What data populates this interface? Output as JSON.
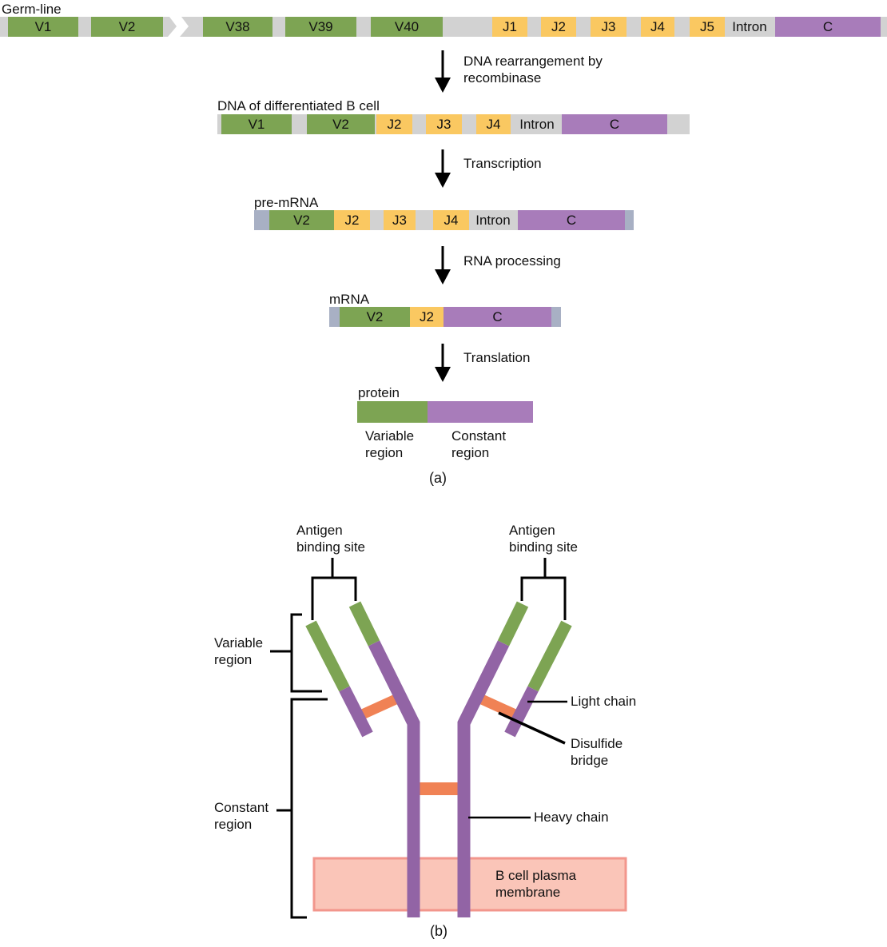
{
  "part_a": {
    "germline": {
      "label": "Germ-line",
      "segments": [
        "V1",
        "V2",
        "V38",
        "V39",
        "V40",
        "J1",
        "J2",
        "J3",
        "J4",
        "J5",
        "Intron",
        "C"
      ]
    },
    "steps": [
      "DNA rearrangement by recombinase",
      "Transcription",
      "RNA processing",
      "Translation"
    ],
    "b_cell_dna": {
      "label": "DNA of differentiated B cell",
      "segments": [
        "V1",
        "V2",
        "J2",
        "J3",
        "J4",
        "Intron",
        "C"
      ]
    },
    "pre_mrna": {
      "label": "pre-mRNA",
      "segments": [
        "V2",
        "J2",
        "J3",
        "J4",
        "Intron",
        "C"
      ]
    },
    "mrna": {
      "label": "mRNA",
      "segments": [
        "V2",
        "J2",
        "C"
      ]
    },
    "protein": {
      "label": "protein",
      "variable_region": "Variable region",
      "constant_region": "Constant region"
    },
    "caption": "(a)"
  },
  "part_b": {
    "antigen_binding_site": "Antigen binding site",
    "variable_region": "Variable region",
    "constant_region": "Constant region",
    "light_chain": "Light chain",
    "disulfide_bridge": "Disulfide bridge",
    "heavy_chain": "Heavy chain",
    "membrane": "B cell plasma membrane",
    "caption": "(b)"
  },
  "colors": {
    "v_segment_green": "#7da453",
    "j_segment_yellow": "#fac861",
    "c_segment_purple": "#a87cba",
    "bar_gray": "#d2d2d2",
    "utr_cap_blue_gray": "#a8b0c4",
    "antibody_purple": "#9264a5",
    "disulfide_orange": "#f08255",
    "membrane_fill": "#fac5b8",
    "membrane_border": "#f2968c"
  }
}
